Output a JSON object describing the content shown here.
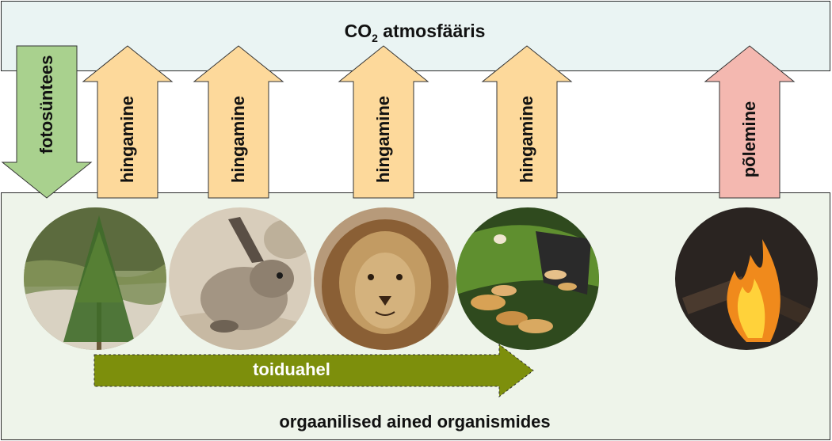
{
  "atmosphere": {
    "label_main": "CO",
    "label_sub": "2",
    "label_rest": " atmosfääris",
    "color": "#eaf4f3"
  },
  "organisms": {
    "label": "orgaanilised ained organismides",
    "color": "#eef4ea"
  },
  "arrows": {
    "photosynthesis": {
      "label": "fotosüntees",
      "color": "#a9d18e"
    },
    "respiration_1": {
      "label": "hingamine",
      "color": "#fdd99b"
    },
    "respiration_2": {
      "label": "hingamine",
      "color": "#fdd99b"
    },
    "respiration_3": {
      "label": "hingamine",
      "color": "#fdd99b"
    },
    "respiration_4": {
      "label": "hingamine",
      "color": "#fdd99b"
    },
    "combustion": {
      "label": "põlemine",
      "color": "#f4b8b0"
    }
  },
  "food_chain": {
    "label": "toiduahel",
    "color": "#7d8f0c"
  },
  "images": [
    "pine-tree",
    "rabbit",
    "lion",
    "mushrooms",
    "fire"
  ]
}
